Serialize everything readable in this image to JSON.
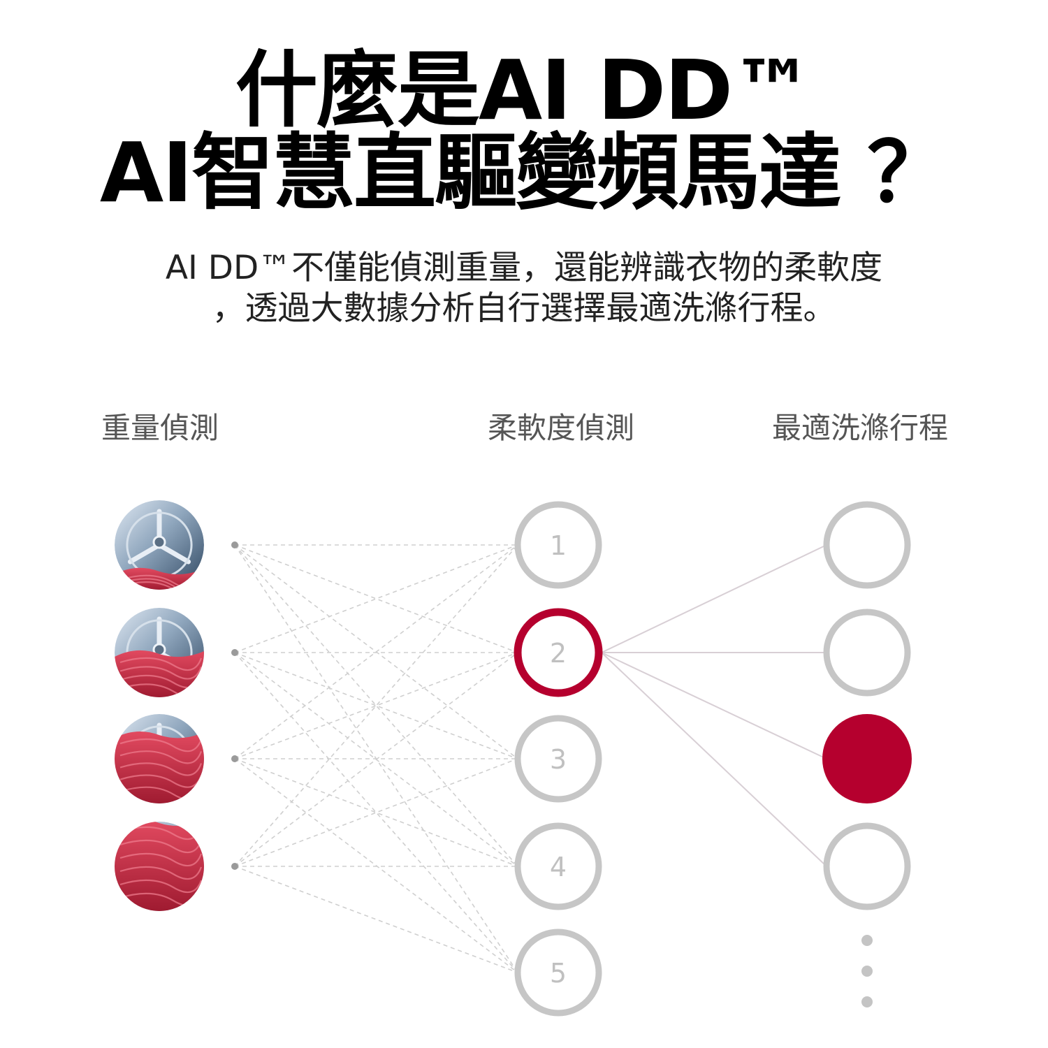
{
  "title": {
    "line1": "什麼是AI DD™",
    "line2": "AI智慧直驅變頻馬達 ？"
  },
  "subtitle": {
    "line1": "AI DD™不僅能偵測重量，還能辨識衣物的柔軟度",
    "line2": "，透過大數據分析自行選擇最適洗滌行程。"
  },
  "columns": {
    "weight": "重量偵測",
    "softness": "柔軟度偵測",
    "program": "最適洗滌行程"
  },
  "softness_nodes": [
    "1",
    "2",
    "3",
    "4",
    "5"
  ],
  "weight_levels": [
    0.22,
    0.5,
    0.78,
    1.0
  ],
  "selected_softness": "2",
  "selected_program_index": 2,
  "program_count": 4,
  "colors": {
    "accent": "#B5002E",
    "node_gray": "#C6C6C6",
    "line_gray": "#CFCFCF",
    "fabric_red": "#C62D45"
  }
}
